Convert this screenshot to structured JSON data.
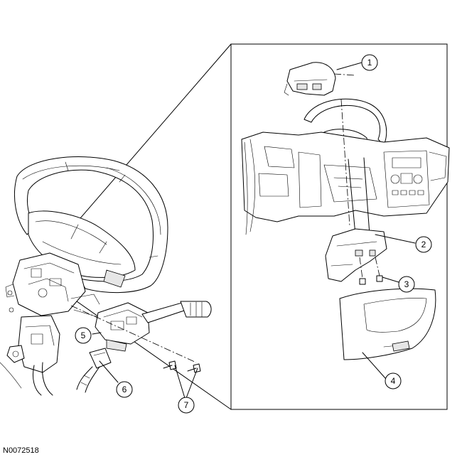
{
  "figure_id": "N0072518",
  "callouts": [
    {
      "id": "callout-1",
      "label": "1"
    },
    {
      "id": "callout-2",
      "label": "2"
    },
    {
      "id": "callout-3",
      "label": "3"
    },
    {
      "id": "callout-4",
      "label": "4"
    },
    {
      "id": "callout-5",
      "label": "5"
    },
    {
      "id": "callout-6",
      "label": "6"
    },
    {
      "id": "callout-7",
      "label": "7"
    }
  ]
}
